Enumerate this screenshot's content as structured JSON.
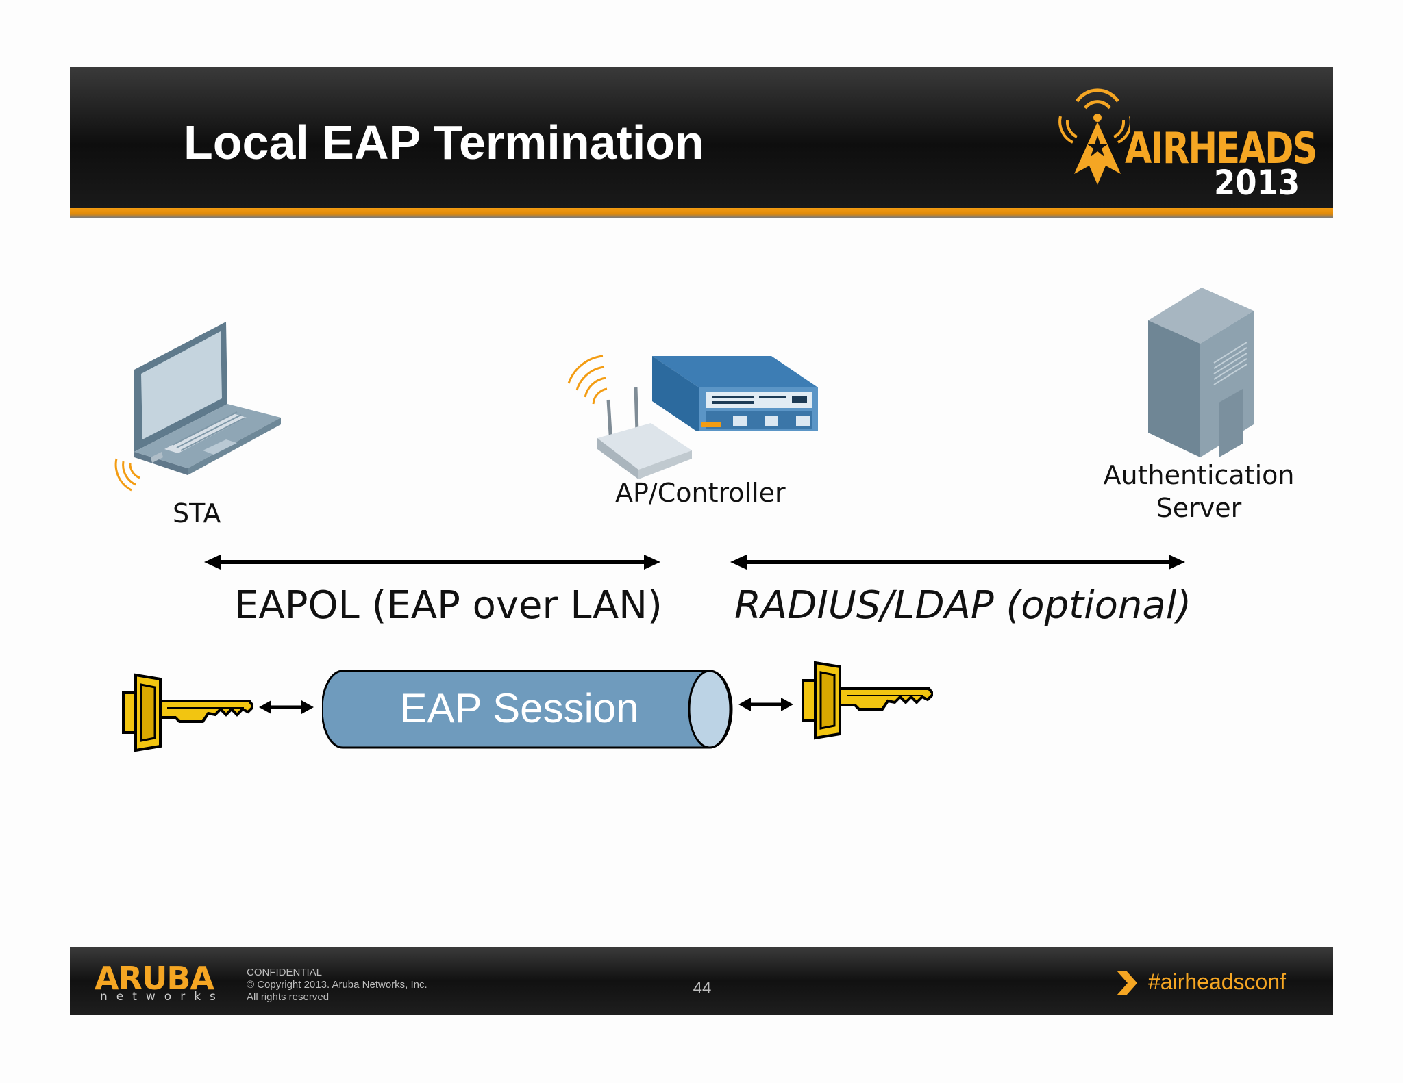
{
  "header": {
    "title": "Local EAP Termination",
    "brand_name": "AIRHEADS",
    "brand_year": "2013"
  },
  "nodes": {
    "sta_label": "STA",
    "ap_label": "AP/Controller",
    "auth_line1": "Authentication",
    "auth_line2": "Server"
  },
  "links": {
    "eapol_label": "EAPOL (EAP over LAN)",
    "radius_label": "RADIUS/LDAP (optional)"
  },
  "session": {
    "label": "EAP Session"
  },
  "footer": {
    "logo": "ARUBA",
    "logo_sub": "networks",
    "confidential": "CONFIDENTIAL",
    "copyright": "© Copyright 2013. Aruba Networks, Inc.",
    "rights": "All rights reserved",
    "page_number": "44",
    "hashtag": "#airheadsconf"
  },
  "colors": {
    "accent_orange": "#f5a623",
    "header_black": "#111111",
    "tunnel_blue": "#6f9bbd",
    "key_yellow": "#f2c511"
  }
}
